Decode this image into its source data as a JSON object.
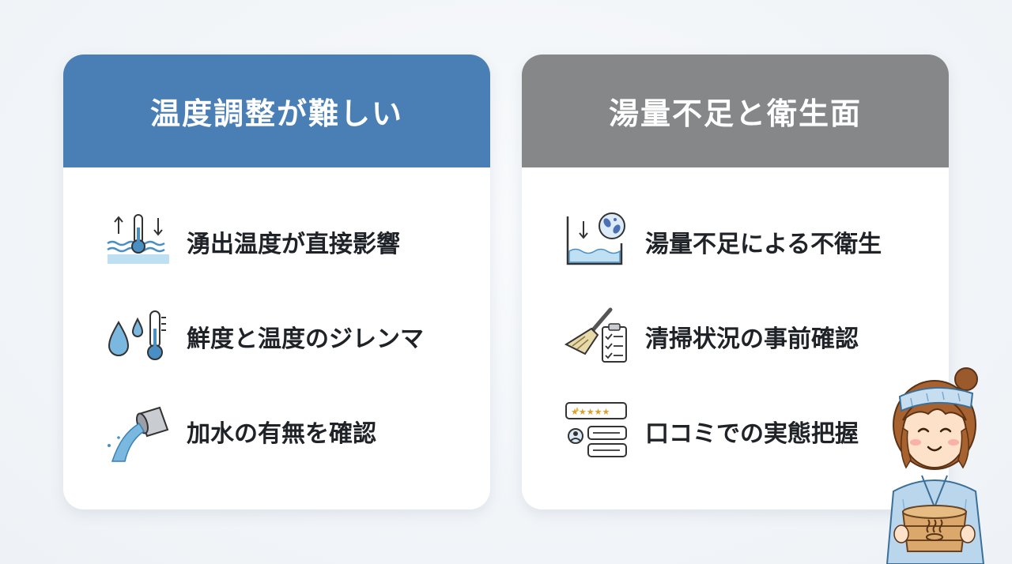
{
  "left_card": {
    "title": "温度調整が難しい",
    "items": [
      {
        "label": "湧出温度が直接影響",
        "icon": "thermometer-water-icon"
      },
      {
        "label": "鮮度と温度のジレンマ",
        "icon": "drops-thermometer-icon"
      },
      {
        "label": "加水の有無を確認",
        "icon": "pouring-water-icon"
      }
    ]
  },
  "right_card": {
    "title": "湯量不足と衛生面",
    "items": [
      {
        "label": "湯量不足による不衛生",
        "icon": "tank-bacteria-icon"
      },
      {
        "label": "清掃状況の事前確認",
        "icon": "broom-checklist-icon"
      },
      {
        "label": "口コミでの実態把握",
        "icon": "review-chat-icon"
      }
    ]
  },
  "colors": {
    "left_header": "#4a7fb5",
    "right_header": "#858789",
    "text": "#1f2328",
    "background": "#eef2f6"
  }
}
